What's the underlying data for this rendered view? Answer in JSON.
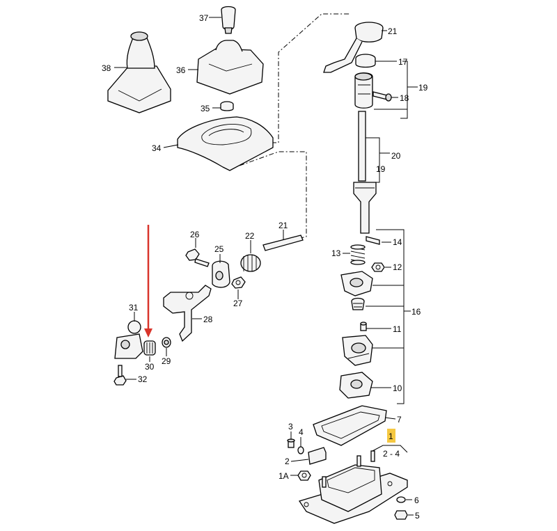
{
  "labels": {
    "l37": "37",
    "l38": "38",
    "l36": "36",
    "l35": "35",
    "l34": "34",
    "l21a": "21",
    "l17": "17",
    "l19a": "19",
    "l18": "18",
    "l20": "20",
    "l19b": "19",
    "l26": "26",
    "l25": "25",
    "l22": "22",
    "l21b": "21",
    "l27": "27",
    "l14": "14",
    "l13": "13",
    "l12": "12",
    "l16": "16",
    "l11": "11",
    "l10": "10",
    "l28": "28",
    "l31": "31",
    "l30": "30",
    "l29": "29",
    "l32": "32",
    "l7": "7",
    "l3": "3",
    "l4": "4",
    "l1": "1",
    "l24": "2 - 4",
    "l2": "2",
    "l1A": "1A",
    "l6": "6",
    "l5": "5"
  },
  "colors": {
    "line": "#000000",
    "highlight_arrow": "#d9342b",
    "callout_box": "#f5c842"
  }
}
